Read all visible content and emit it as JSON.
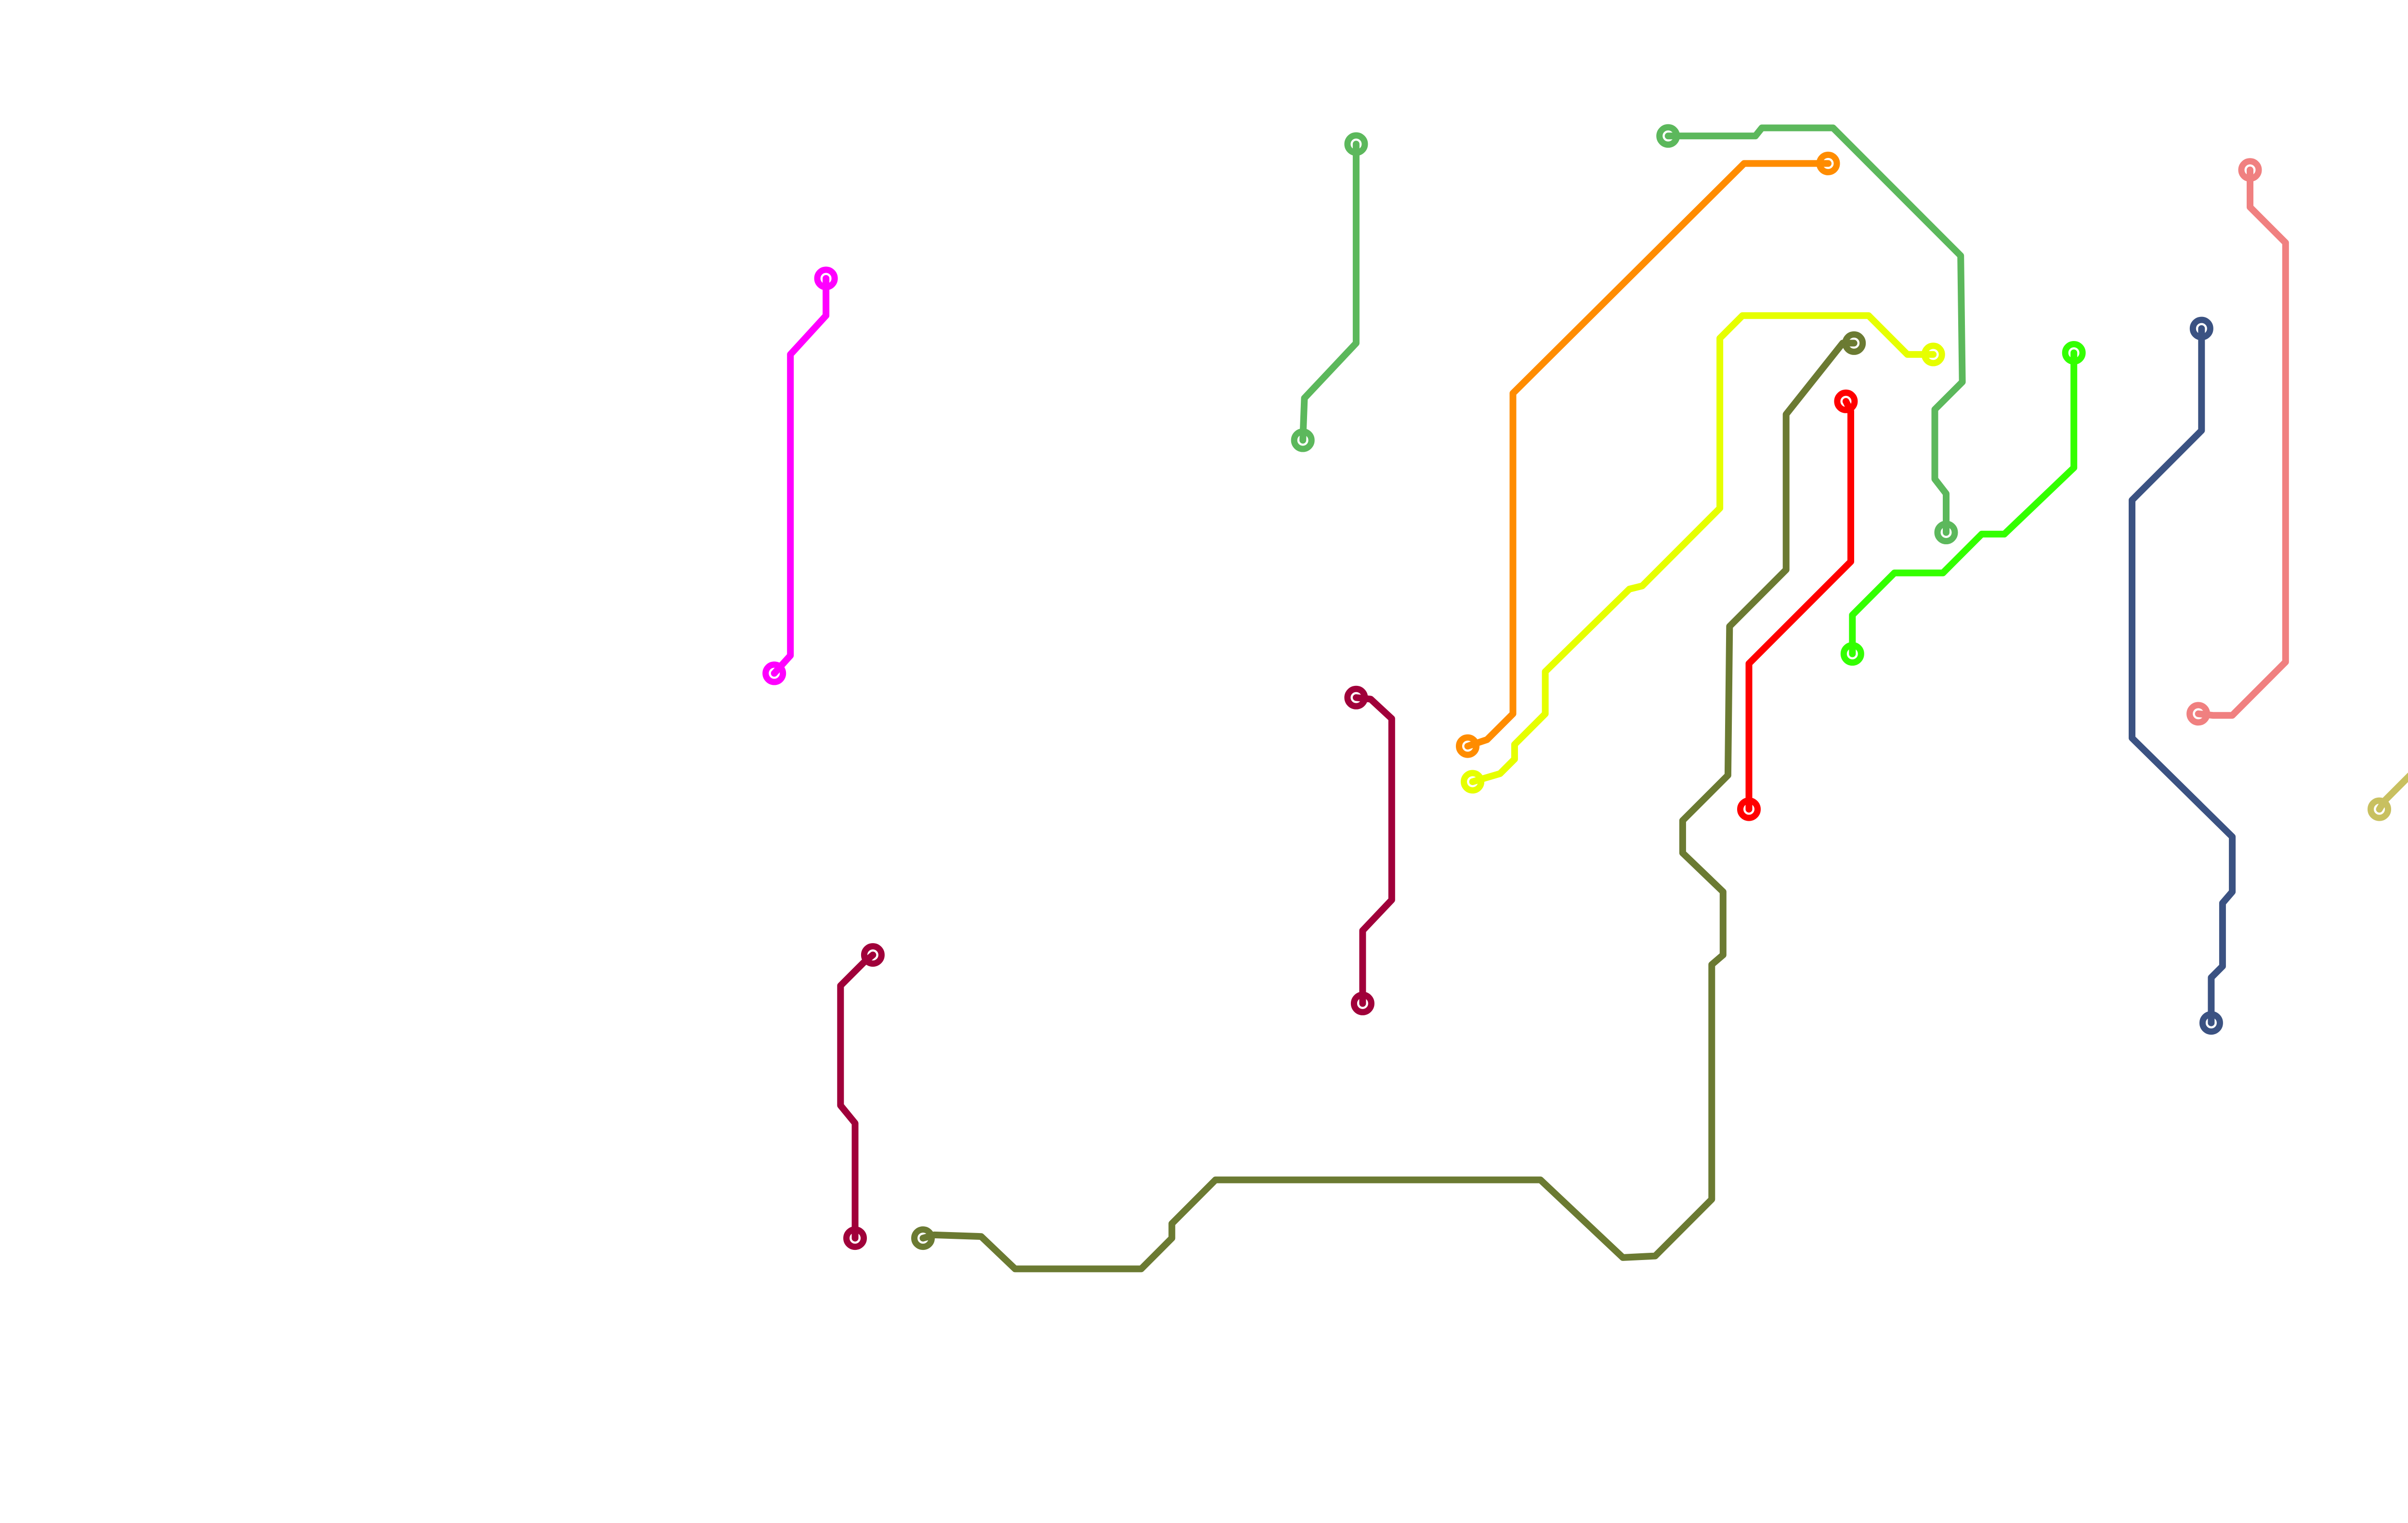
{
  "diagram": {
    "background": "#ffffff",
    "traces": [
      {
        "id": "magenta",
        "color": "#ff00ff"
      },
      {
        "id": "green-short",
        "color": "#5cb85c"
      },
      {
        "id": "green-long",
        "color": "#5cb85c"
      },
      {
        "id": "orange",
        "color": "#ff8c00"
      },
      {
        "id": "yellow",
        "color": "#e6ff00"
      },
      {
        "id": "olive",
        "color": "#6b7a32"
      },
      {
        "id": "red",
        "color": "#ff0000"
      },
      {
        "id": "lime",
        "color": "#33ff00"
      },
      {
        "id": "navy",
        "color": "#3b5282"
      },
      {
        "id": "salmon",
        "color": "#f08080"
      },
      {
        "id": "khaki",
        "color": "#c8c060"
      },
      {
        "id": "crimson-mid",
        "color": "#a0003a"
      },
      {
        "id": "crimson-left",
        "color": "#a0003a"
      }
    ]
  }
}
